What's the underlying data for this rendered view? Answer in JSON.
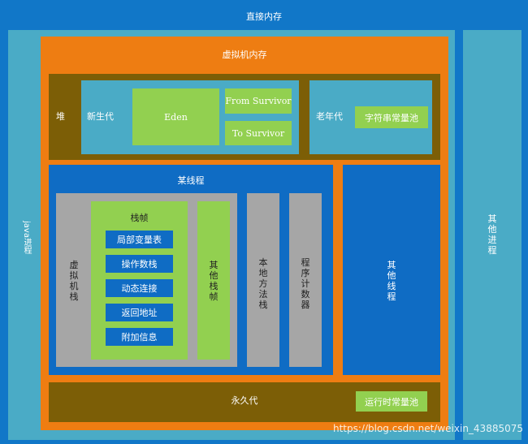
{
  "labels": {
    "direct_memory": "直接内存",
    "java_process": "java进程",
    "other_process": "其他进程",
    "jvm_memory": "虚拟机内存",
    "heap": "堆",
    "young_gen": "新生代",
    "eden": "Eden",
    "from_survivor": "From Survivor",
    "to_survivor": "To Survivor",
    "old_gen": "老年代",
    "string_pool": "字符串常量池",
    "some_thread": "某线程",
    "vm_stack": "虚拟机栈",
    "stack_frame": "栈帧",
    "frame_items": [
      "局部变量表",
      "操作数栈",
      "动态连接",
      "返回地址",
      "附加信息"
    ],
    "other_frames": "其他栈帧",
    "native_method_stack": "本地方法栈",
    "program_counter": "程序计数器",
    "other_threads": "其他线程",
    "perm_gen": "永久代",
    "runtime_constant_pool": "运行时常量池",
    "watermark": "https://blog.csdn.net/weixin_43885075"
  },
  "colors": {
    "outer_blue": "#1177c8",
    "light_blue": "#4aabc6",
    "orange": "#ee7d12",
    "olive": "#7c5e06",
    "green": "#92d050",
    "gray": "#a6a6a6",
    "dark_blue": "#0f6cc4"
  }
}
